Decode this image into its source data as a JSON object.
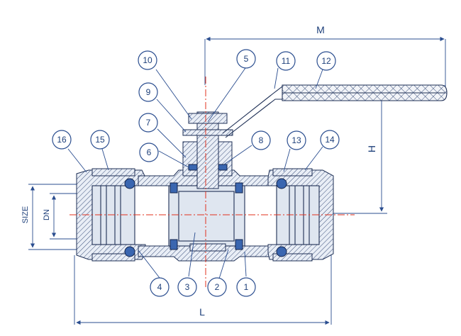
{
  "callouts": [
    {
      "label": "1"
    },
    {
      "label": "2"
    },
    {
      "label": "3"
    },
    {
      "label": "4"
    },
    {
      "label": "5"
    },
    {
      "label": "6"
    },
    {
      "label": "7"
    },
    {
      "label": "8"
    },
    {
      "label": "9"
    },
    {
      "label": "10"
    },
    {
      "label": "11"
    },
    {
      "label": "12"
    },
    {
      "label": "13"
    },
    {
      "label": "14"
    },
    {
      "label": "15"
    },
    {
      "label": "16"
    }
  ],
  "dimensions": {
    "m": "M",
    "h": "H",
    "l": "L",
    "size": "SIZE",
    "dn": "DN"
  },
  "colors": {
    "line": "#2a4d8f",
    "centerline": "#e0301e",
    "seal": "#3a66b0"
  }
}
